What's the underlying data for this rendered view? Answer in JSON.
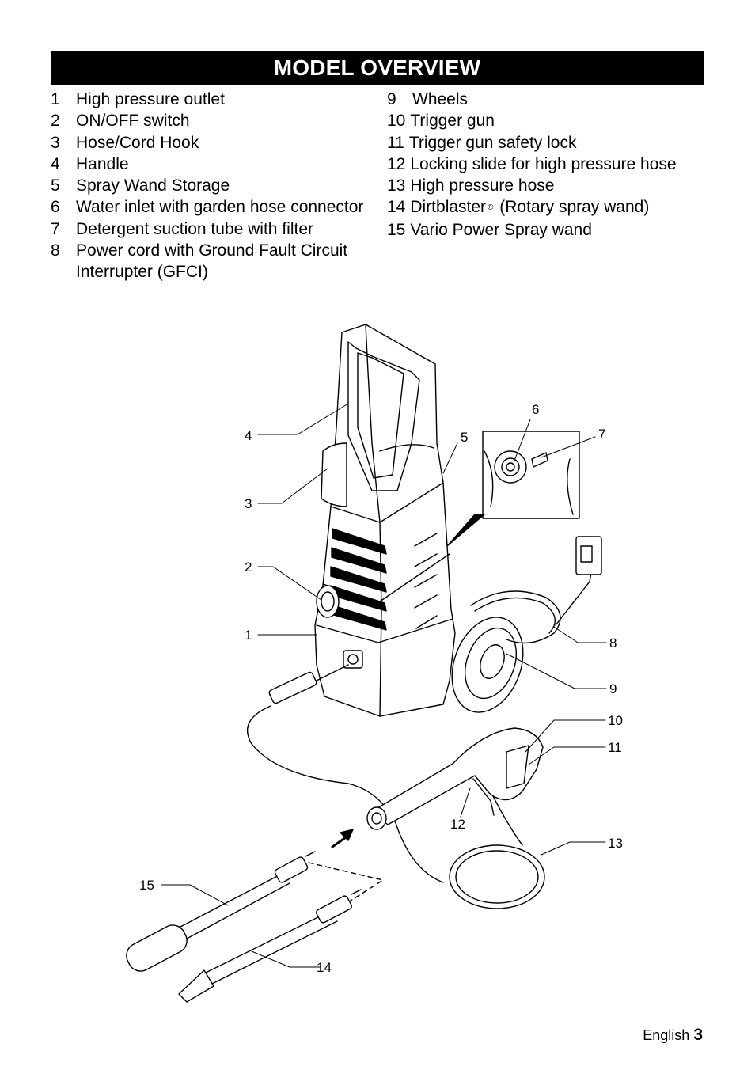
{
  "header": {
    "title": "MODEL OVERVIEW"
  },
  "left_items": [
    {
      "num": "1",
      "text": "High pressure outlet"
    },
    {
      "num": "2",
      "text": "ON/OFF switch"
    },
    {
      "num": "3",
      "text": "Hose/Cord Hook"
    },
    {
      "num": "4",
      "text": "Handle"
    },
    {
      "num": "5",
      "text": "Spray Wand Storage"
    },
    {
      "num": "6",
      "text": "Water inlet with garden hose connector"
    },
    {
      "num": "7",
      "text": "Detergent suction tube with filter"
    },
    {
      "num": "8",
      "text": "Power cord with Ground Fault Circuit Interrupter (GFCI)"
    }
  ],
  "right_items": [
    {
      "num": "9",
      "text": "Wheels"
    },
    {
      "num": "10",
      "text": "Trigger gun"
    },
    {
      "num": "11",
      "text": "Trigger gun safety lock"
    },
    {
      "num": "12",
      "text": "Locking slide for high pressure hose"
    },
    {
      "num": "13",
      "text": "High pressure hose"
    },
    {
      "num": "14",
      "text_before": "Dirtblaster",
      "reg": "®",
      "text_after": " (Rotary spray wand)"
    },
    {
      "num": "15",
      "text": "Vario Power Spray wand"
    }
  ],
  "callouts": {
    "c1": "1",
    "c2": "2",
    "c3": "3",
    "c4": "4",
    "c5": "5",
    "c6": "6",
    "c7": "7",
    "c8": "8",
    "c9": "9",
    "c10": "10",
    "c11": "11",
    "c12": "12",
    "c13": "13",
    "c14": "14",
    "c15": "15"
  },
  "footer": {
    "language": "English",
    "page_number": "3"
  }
}
